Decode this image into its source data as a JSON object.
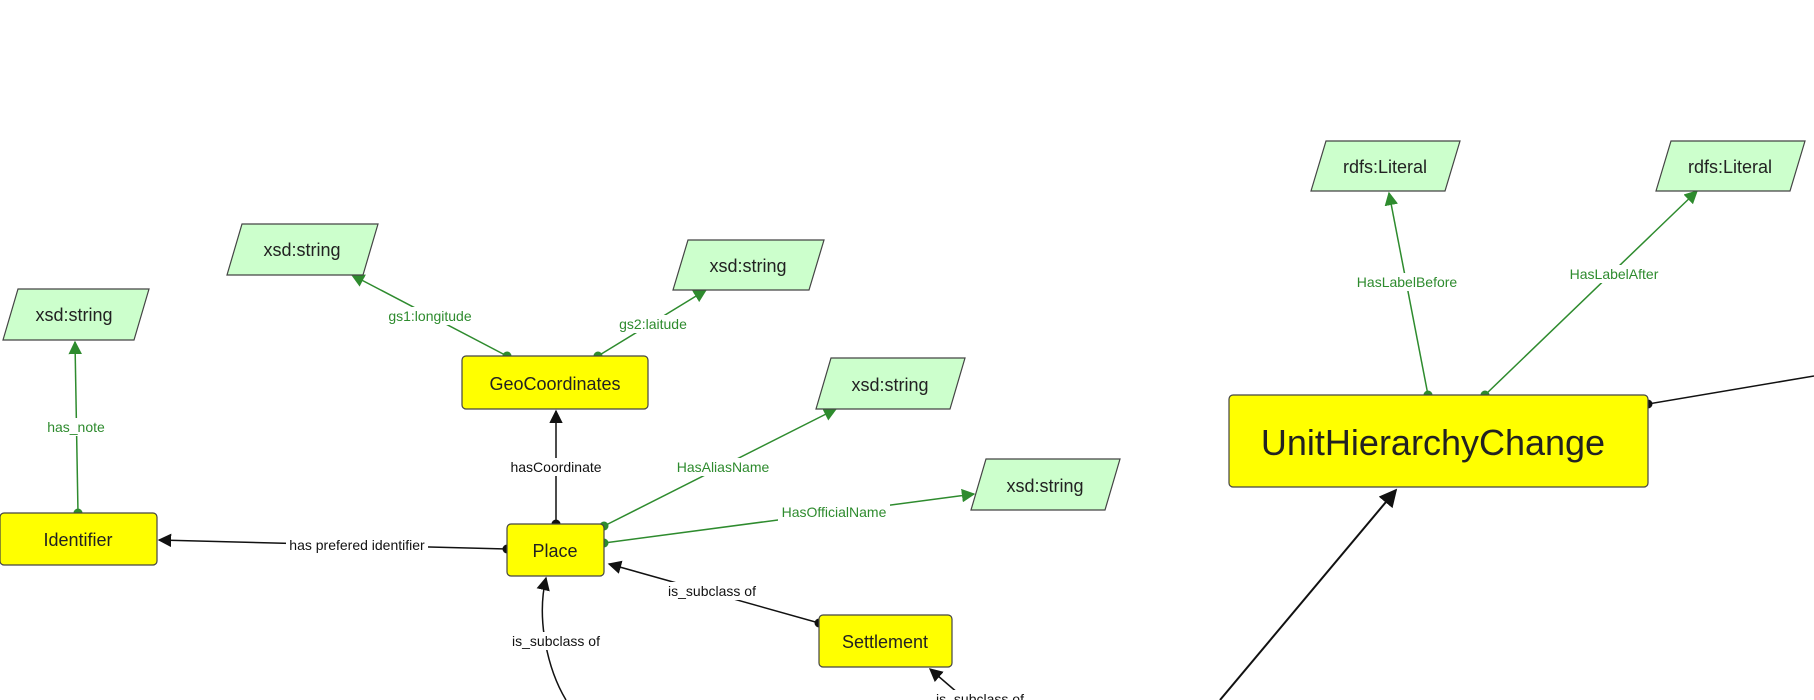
{
  "diagram": {
    "classes": {
      "identifier": "Identifier",
      "geocoordinates": "GeoCoordinates",
      "place": "Place",
      "settlement": "Settlement",
      "unithierarchychange": "UnitHierarchyChange"
    },
    "literals": {
      "xsd_note": "xsd:string",
      "xsd_longitude": "xsd:string",
      "xsd_latitude": "xsd:string",
      "xsd_alias": "xsd:string",
      "xsd_official": "xsd:string",
      "rdfs_before": "rdfs:Literal",
      "rdfs_after": "rdfs:Literal"
    },
    "edges": {
      "has_note": "has_note",
      "gs1_longitude": "gs1:longitude",
      "gs2_laitude": "gs2:laitude",
      "has_alias_name": "HasAliasName",
      "has_official_name": "HasOfficialName",
      "has_coordinate": "hasCoordinate",
      "has_prefered_identifier": "has prefered identifier",
      "is_subclass_of_settlement": "is_subclass of",
      "is_subclass_of_lower": "is_subclass of",
      "is_subclass_of_bottom": "is_subclass of",
      "has_label_before": "HasLabelBefore",
      "has_label_after": "HasLabelAfter"
    },
    "colors": {
      "class_fill": "#ffff00",
      "literal_fill": "#ccffcc",
      "datatype_edge": "#2e8b2e",
      "object_edge": "#111111"
    }
  }
}
